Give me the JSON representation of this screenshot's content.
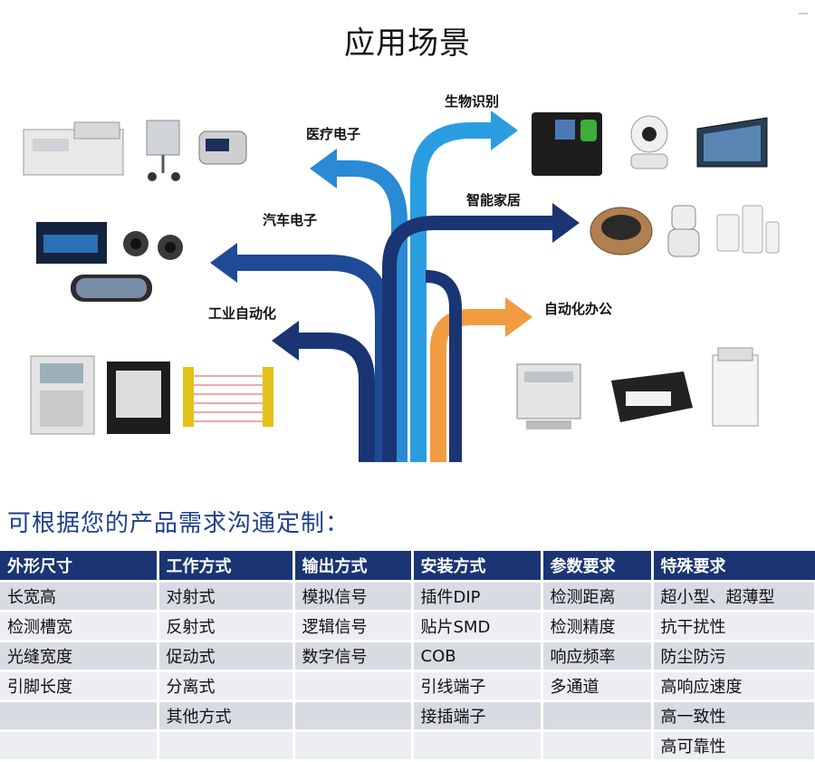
{
  "title": "应用场景",
  "labels": {
    "biometric": "生物识别",
    "medical": "医疗电子",
    "smart_home": "智能家居",
    "auto": "汽车电子",
    "industrial": "工业自动化",
    "office": "自动化办公"
  },
  "colors": {
    "navy": "#1a3474",
    "blue": "#1f7fd0",
    "light_blue": "#2a9de0",
    "orange": "#f29c41",
    "table_header": "#1a3474"
  },
  "subtitle": "可根据您的产品需求沟通定制：",
  "table": {
    "headers": [
      "外形尺寸",
      "工作方式",
      "输出方式",
      "安装方式",
      "参数要求",
      "特殊要求"
    ],
    "rows": [
      [
        "长宽高",
        "对射式",
        "模拟信号",
        "插件DIP",
        "检测距离",
        "超小型、超薄型"
      ],
      [
        "检测槽宽",
        "反射式",
        "逻辑信号",
        "贴片SMD",
        "检测精度",
        "抗干扰性"
      ],
      [
        "光缝宽度",
        "促动式",
        "数字信号",
        "COB",
        "响应频率",
        "防尘防污"
      ],
      [
        "引脚长度",
        "分离式",
        "",
        "引线端子",
        "多通道",
        "高响应速度"
      ],
      [
        "",
        "其他方式",
        "",
        "接插端子",
        "",
        "高一致性"
      ],
      [
        "",
        "",
        "",
        "",
        "",
        "高可靠性"
      ]
    ]
  }
}
